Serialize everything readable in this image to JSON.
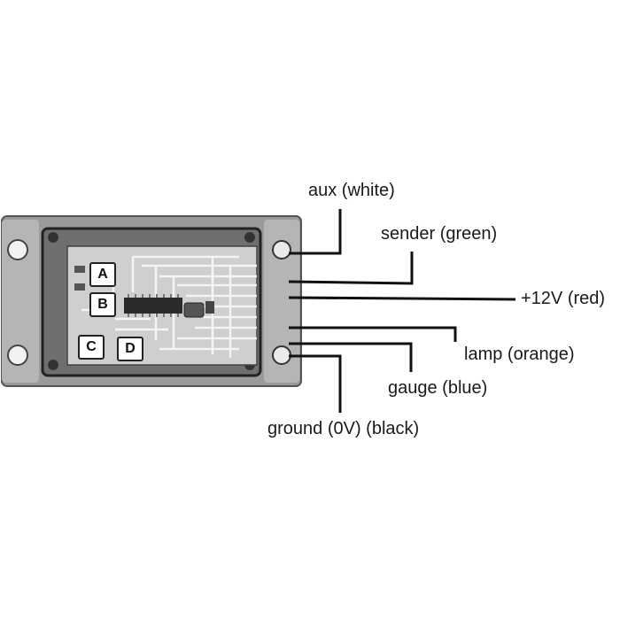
{
  "wires": [
    {
      "id": "aux",
      "label": "aux (white)"
    },
    {
      "id": "sender",
      "label": "sender (green)"
    },
    {
      "id": "power",
      "label": "+12V (red)"
    },
    {
      "id": "lamp",
      "label": "lamp (orange)"
    },
    {
      "id": "gauge",
      "label": "gauge (blue)"
    },
    {
      "id": "ground",
      "label": "ground (0V) (black)"
    }
  ],
  "board_labels": [
    "A",
    "B",
    "C",
    "D"
  ]
}
